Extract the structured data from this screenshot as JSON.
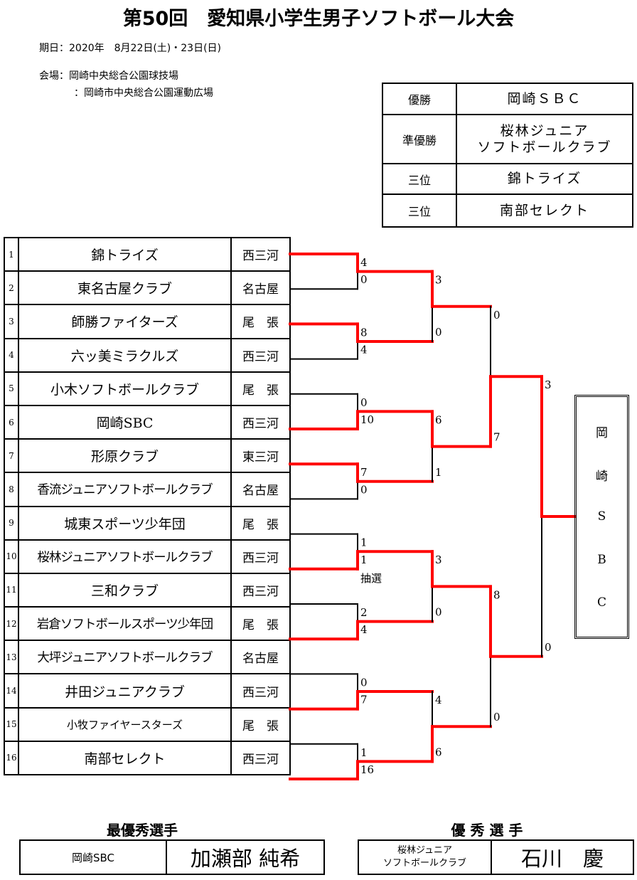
{
  "title": "第50回　愛知県小学生男子ソフトボール大会",
  "date": {
    "label": "期日：",
    "value": "2020年　8月22日(土)・23日(日)"
  },
  "venue": {
    "label": "会場：",
    "lines": [
      "岡崎中央総合公園球技場",
      "：岡崎市中央総合公園運動広場"
    ]
  },
  "results": [
    {
      "rank": "優勝",
      "team": "岡崎ＳＢＣ"
    },
    {
      "rank": "準優勝",
      "team_line1": "桜林ジュニア",
      "team_line2": "ソフトボールクラブ"
    },
    {
      "rank": "三位",
      "team": "錦トライズ"
    },
    {
      "rank": "三位",
      "team": "南部セレクト"
    }
  ],
  "teams": [
    {
      "seed": "1",
      "name": "錦トライズ",
      "region": "西三河"
    },
    {
      "seed": "2",
      "name": "東名古屋クラブ",
      "region": "名古屋"
    },
    {
      "seed": "3",
      "name": "師勝ファイターズ",
      "region": "尾　張"
    },
    {
      "seed": "4",
      "name": "六ッ美ミラクルズ",
      "region": "西三河"
    },
    {
      "seed": "5",
      "name": "小木ソフトボールクラブ",
      "region": "尾　張"
    },
    {
      "seed": "6",
      "name": "岡崎SBC",
      "region": "西三河"
    },
    {
      "seed": "7",
      "name": "形原クラブ",
      "region": "東三河"
    },
    {
      "seed": "8",
      "name": "香流ジュニアソフトボールクラブ",
      "region": "名古屋"
    },
    {
      "seed": "9",
      "name": "城東スポーツ少年団",
      "region": "尾　張"
    },
    {
      "seed": "10",
      "name": "桜林ジュニアソフトボールクラブ",
      "region": "西三河"
    },
    {
      "seed": "11",
      "name": "三和クラブ",
      "region": "西三河"
    },
    {
      "seed": "12",
      "name": "岩倉ソフトボールスポーツ少年団",
      "region": "尾　張"
    },
    {
      "seed": "13",
      "name": "大坪ジュニアソフトボールクラブ",
      "region": "名古屋"
    },
    {
      "seed": "14",
      "name": "井田ジュニアクラブ",
      "region": "西三河"
    },
    {
      "seed": "15",
      "name": "小牧ファイヤースターズ",
      "region": "尾　張"
    },
    {
      "seed": "16",
      "name": "南部セレクト",
      "region": "西三河"
    }
  ],
  "bracket": {
    "colors": {
      "winner_line": "#ff0000",
      "line": "#000000"
    },
    "rounds": [
      [
        {
          "scores": [
            "4",
            "0"
          ],
          "winner": "top"
        },
        {
          "scores": [
            "8",
            "4"
          ],
          "winner": "top"
        },
        {
          "scores": [
            "0",
            "10"
          ],
          "winner": "bottom"
        },
        {
          "scores": [
            "7",
            "0"
          ],
          "winner": "top"
        },
        {
          "scores": [
            "1",
            "1"
          ],
          "winner": "bottom",
          "note": "抽選"
        },
        {
          "scores": [
            "2",
            "4"
          ],
          "winner": "bottom"
        },
        {
          "scores": [
            "0",
            "7"
          ],
          "winner": "bottom"
        },
        {
          "scores": [
            "1",
            "16"
          ],
          "winner": "bottom"
        }
      ],
      [
        {
          "scores": [
            "3",
            "0"
          ],
          "winner": "top"
        },
        {
          "scores": [
            "6",
            "1"
          ],
          "winner": "top"
        },
        {
          "scores": [
            "3",
            "0"
          ],
          "winner": "top"
        },
        {
          "scores": [
            "4",
            "6"
          ],
          "winner": "bottom"
        }
      ],
      [
        {
          "scores": [
            "0",
            "7"
          ],
          "winner": "bottom"
        },
        {
          "scores": [
            "8",
            "0"
          ],
          "winner": "top"
        }
      ],
      [
        {
          "scores": [
            "3",
            "0"
          ],
          "winner": "top"
        }
      ]
    ],
    "champion_letters": [
      "岡",
      "崎",
      "S",
      "B",
      "C"
    ]
  },
  "mvp": {
    "heading": "最優秀選手",
    "team": "岡崎SBC",
    "name": "加瀬部 純希"
  },
  "excellent": {
    "heading": "優 秀 選 手",
    "team_line1": "桜林ジュニア",
    "team_line2": "ソフトボールクラブ",
    "name": "石川　慶"
  }
}
